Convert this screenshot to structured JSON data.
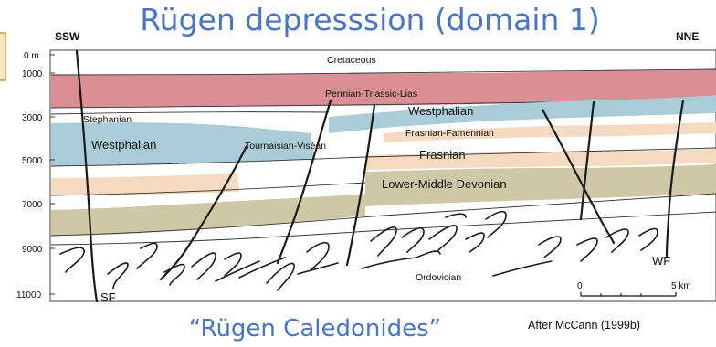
{
  "title": "Rügen depresssion (domain 1)",
  "subtitle": "“Rügen Caledonides”",
  "credit": "After McCann (1999b)",
  "direction_left": "SSW",
  "direction_right": "NNE",
  "depth_axis": {
    "ticks": [
      "0 m",
      "1000",
      "3000",
      "5000",
      "7000",
      "9000",
      "11000"
    ]
  },
  "units": {
    "cretaceous": "Cretaceous",
    "permian_triassic_lias": "Permian-Triassic-Lias",
    "stephanian": "Stephanian",
    "westphalian_left": "Westphalian",
    "westphalian_right": "Westphalian",
    "tournaisian_visean": "Tournaisian-Viséan",
    "frasnian_famennian": "Frasnian-Famennian",
    "frasnian": "Frasnian",
    "lower_middle_devonian": "Lower-Middle Devonian",
    "ordovician": "Ordovician"
  },
  "faults": {
    "sf": "SF",
    "wf": "WF"
  },
  "scale_bar": {
    "start": "0",
    "end": "5 km"
  },
  "colors": {
    "title_blue": "#4a74c4",
    "cretaceous_band": "#d98f95",
    "westphalian_band": "#a9ccd6",
    "frasnian_band": "#f5d9c0",
    "devonian_band": "#cfc8a6",
    "legend_box_border": "#b8860b",
    "legend_box_fill": "#fbe7c6"
  }
}
